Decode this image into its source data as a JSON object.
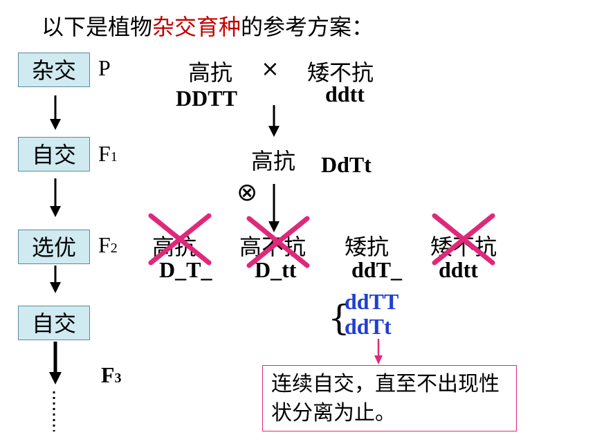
{
  "title": {
    "before": "以下是植物",
    "highlight": "杂交育种",
    "after": "的参考方案："
  },
  "steps": [
    "杂交",
    "自交",
    "选优",
    "自交"
  ],
  "generations": {
    "p": "P",
    "f1": "F",
    "f1_sub": "1",
    "f2": "F",
    "f2_sub": "2",
    "f3": "F",
    "f3_sub": "3"
  },
  "parents": {
    "left_phenotype": "高抗",
    "left_genotype": "DDTT",
    "cross_symbol": "×",
    "right_phenotype": "矮不抗",
    "right_genotype": "ddtt"
  },
  "f1": {
    "phenotype": "高抗",
    "genotype": "DdTt",
    "selfing_symbol": "⊗"
  },
  "f2": [
    {
      "phenotype": "高抗",
      "genotype": "D_T_",
      "crossed_out": true
    },
    {
      "phenotype": "高不抗",
      "genotype": "D_tt",
      "crossed_out": true
    },
    {
      "phenotype": "矮抗",
      "genotype": "ddT_",
      "crossed_out": false
    },
    {
      "phenotype": "矮不抗",
      "genotype": "ddtt",
      "crossed_out": true
    }
  ],
  "selected": {
    "brace": "{",
    "genotypes": [
      "ddTT",
      "ddTt"
    ]
  },
  "note": "连续自交，直至不出现性状分离为止。",
  "colors": {
    "title_highlight": "#c00000",
    "cross_mark": "#e0287a",
    "blue_text": "#1f3fd0",
    "step_fill": "#cfeaf0"
  }
}
